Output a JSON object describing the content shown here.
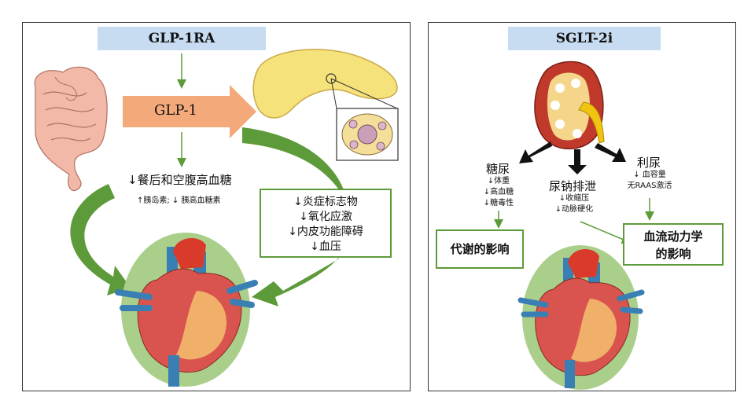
{
  "left_panel": {
    "title": "GLP-1RA",
    "glp1_arrow_label": "GLP-1",
    "glycemia_text": "↓餐后和空腹高血糖",
    "hormone_text": "↑胰岛素; ↓ 胰高血糖素",
    "effects": [
      "↓炎症标志物",
      "↓氧化应激",
      "↓内皮功能障碍",
      "↓血压"
    ]
  },
  "right_panel": {
    "title": "SGLT-2i",
    "glycosuria": {
      "title": "糖尿",
      "items": [
        "↓体重",
        "↓高血糖",
        "↓糖毒性"
      ]
    },
    "natriuresis": {
      "title": "尿钠排泄",
      "items": [
        "↓收缩压",
        "↓动脉硬化"
      ]
    },
    "diuresis": {
      "title": "利尿",
      "items": [
        "↓ 血容量",
        "无RAAS激活"
      ]
    },
    "metabolic_box": "代谢的影响",
    "hemodynamic_box": [
      "血流动力学",
      "的影响"
    ]
  },
  "colors": {
    "title_bg": "#c7dcf0",
    "green_arrow": "#5d9b3a",
    "orange_arrow": "#f4a97a",
    "heart_bg": "#a9cf8a",
    "pancreas": "#f6e27a"
  }
}
